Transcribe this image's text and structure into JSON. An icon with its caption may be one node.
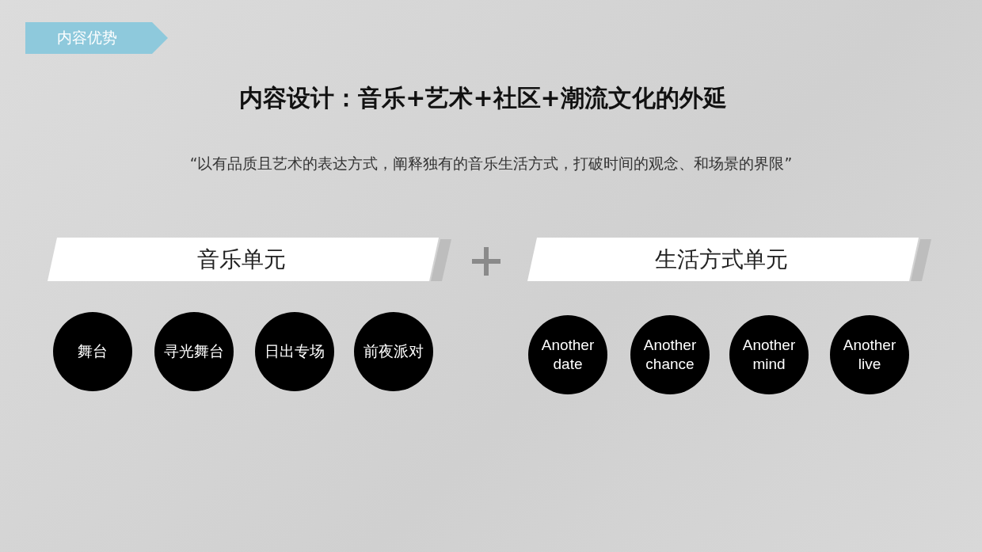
{
  "diagram": {
    "title": "内容设计：音乐+艺术+社区+潮流文化的外延",
    "nodes": [
      {
        "text": [
          "音乐单元"
        ]
      },
      {
        "text": [
          "生活方式单元"
        ]
      },
      {
        "text": [
          "舞台"
        ]
      },
      {
        "text": [
          "寻光舞台"
        ]
      },
      {
        "text": [
          "日出专场"
        ]
      },
      {
        "text": [
          "前夜派对"
        ]
      },
      {
        "text": [
          "Another date"
        ]
      },
      {
        "text": [
          "Another chance"
        ]
      },
      {
        "text": [
          "Another mind"
        ]
      },
      {
        "text": [
          "Another live"
        ]
      }
    ],
    "labels": [
      "内容优势",
      "“以有品质且艺术的表达方式，阐释独有的音乐生活方式，打破时间的观念、和场景的界限”"
    ]
  }
}
